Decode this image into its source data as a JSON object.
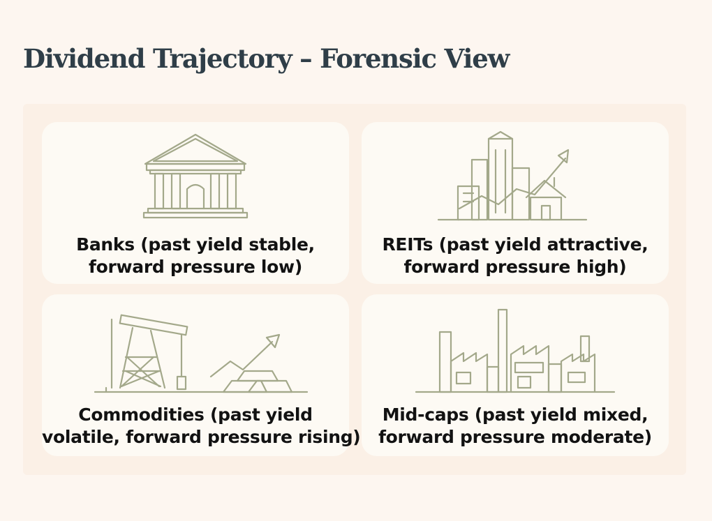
{
  "title": "Dividend Trajectory – Forensic View",
  "accent_color": "#a3a88a",
  "cards": [
    {
      "icon": "bank-building-icon",
      "line1": "Banks (past yield stable,",
      "line2": "forward pressure low)"
    },
    {
      "icon": "city-house-uptrend-icon",
      "line1": "REITs (past yield attractive,",
      "line2": "forward pressure high)"
    },
    {
      "icon": "oil-pump-gold-bars-icon",
      "line1": "Commodities (past yield",
      "line2": "volatile, forward pressure rising)"
    },
    {
      "icon": "factory-icon",
      "line1": "Mid-caps (past yield mixed,",
      "line2": "forward pressure moderate)"
    }
  ]
}
